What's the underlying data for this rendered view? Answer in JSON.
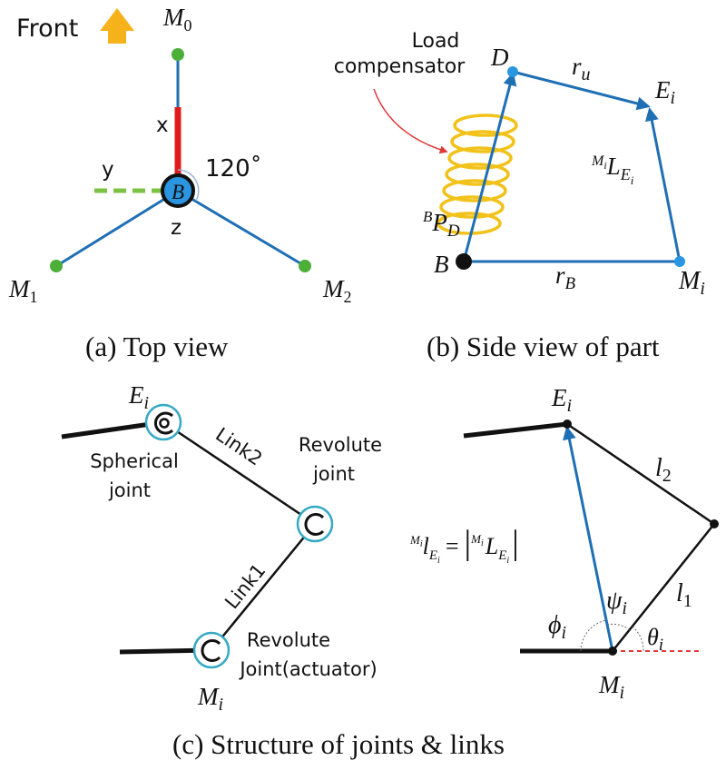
{
  "colors": {
    "link_blue": "#1f6fb5",
    "x_axis_red": "#e01b1b",
    "y_axis_green": "#7cc243",
    "node_green": "#4caf38",
    "node_blue": "#2a95e0",
    "spring_yellow": "#f2c21b",
    "arrow_orange": "#f6b21a",
    "joint_teal": "#35a9c4",
    "pointer_red": "#e0393a",
    "guide_red": "#e23a3a"
  },
  "panel_a": {
    "front": "Front",
    "m0": "M",
    "m0_sub": "0",
    "m1": "M",
    "m1_sub": "1",
    "m2": "M",
    "m2_sub": "2",
    "x": "x",
    "y": "y",
    "z": "z",
    "b": "B",
    "angle": "120˚",
    "caption": "(a) Top view"
  },
  "panel_b": {
    "load_line1": "Load",
    "load_line2": "compensator",
    "d": "D",
    "ru": "r",
    "ru_sub": "u",
    "ei": "E",
    "ei_sub": "i",
    "mlei_pre": "M",
    "mlei_pre_sub": "i",
    "mlei_main": "L",
    "mlei_sub": "E",
    "mlei_subsub": "i",
    "bpd_pre": "B",
    "bpd_main": "P",
    "bpd_sub": "D",
    "b": "B",
    "rb": "r",
    "rb_sub": "B",
    "mi": "M",
    "mi_sub": "i",
    "caption": "(b) Side view of part"
  },
  "panel_c": {
    "ei": "E",
    "ei_sub": "i",
    "spherical_line1": "Spherical",
    "spherical_line2": "joint",
    "link2": "Link2",
    "revolute_line1": "Revolute",
    "revolute_line2": "joint",
    "link1": "Link1",
    "actuator_line1": "Revolute",
    "actuator_line2": "Joint(actuator)",
    "mi": "M",
    "mi_sub": "i"
  },
  "panel_d": {
    "ei": "E",
    "ei_sub": "i",
    "l2": "l",
    "l2_sub": "2",
    "l1": "l",
    "l1_sub": "1",
    "eq_pre": "M",
    "eq_pre_sub": "i",
    "eq_l": "l",
    "eq_l_sub": "E",
    "eq_l_subsub": "i",
    "eq_equals": "=",
    "eq_bar_open": "|",
    "eq_r_pre": "M",
    "eq_r_pre_sub": "i",
    "eq_L": "L",
    "eq_L_sub": "E",
    "eq_L_subsub": "i",
    "eq_bar_close": "|",
    "phi": "ϕ",
    "phi_sub": "i",
    "psi": "ψ",
    "psi_sub": "i",
    "theta": "θ",
    "theta_sub": "i",
    "mi": "M",
    "mi_sub": "i"
  },
  "caption_c": "(c) Structure of joints & links"
}
